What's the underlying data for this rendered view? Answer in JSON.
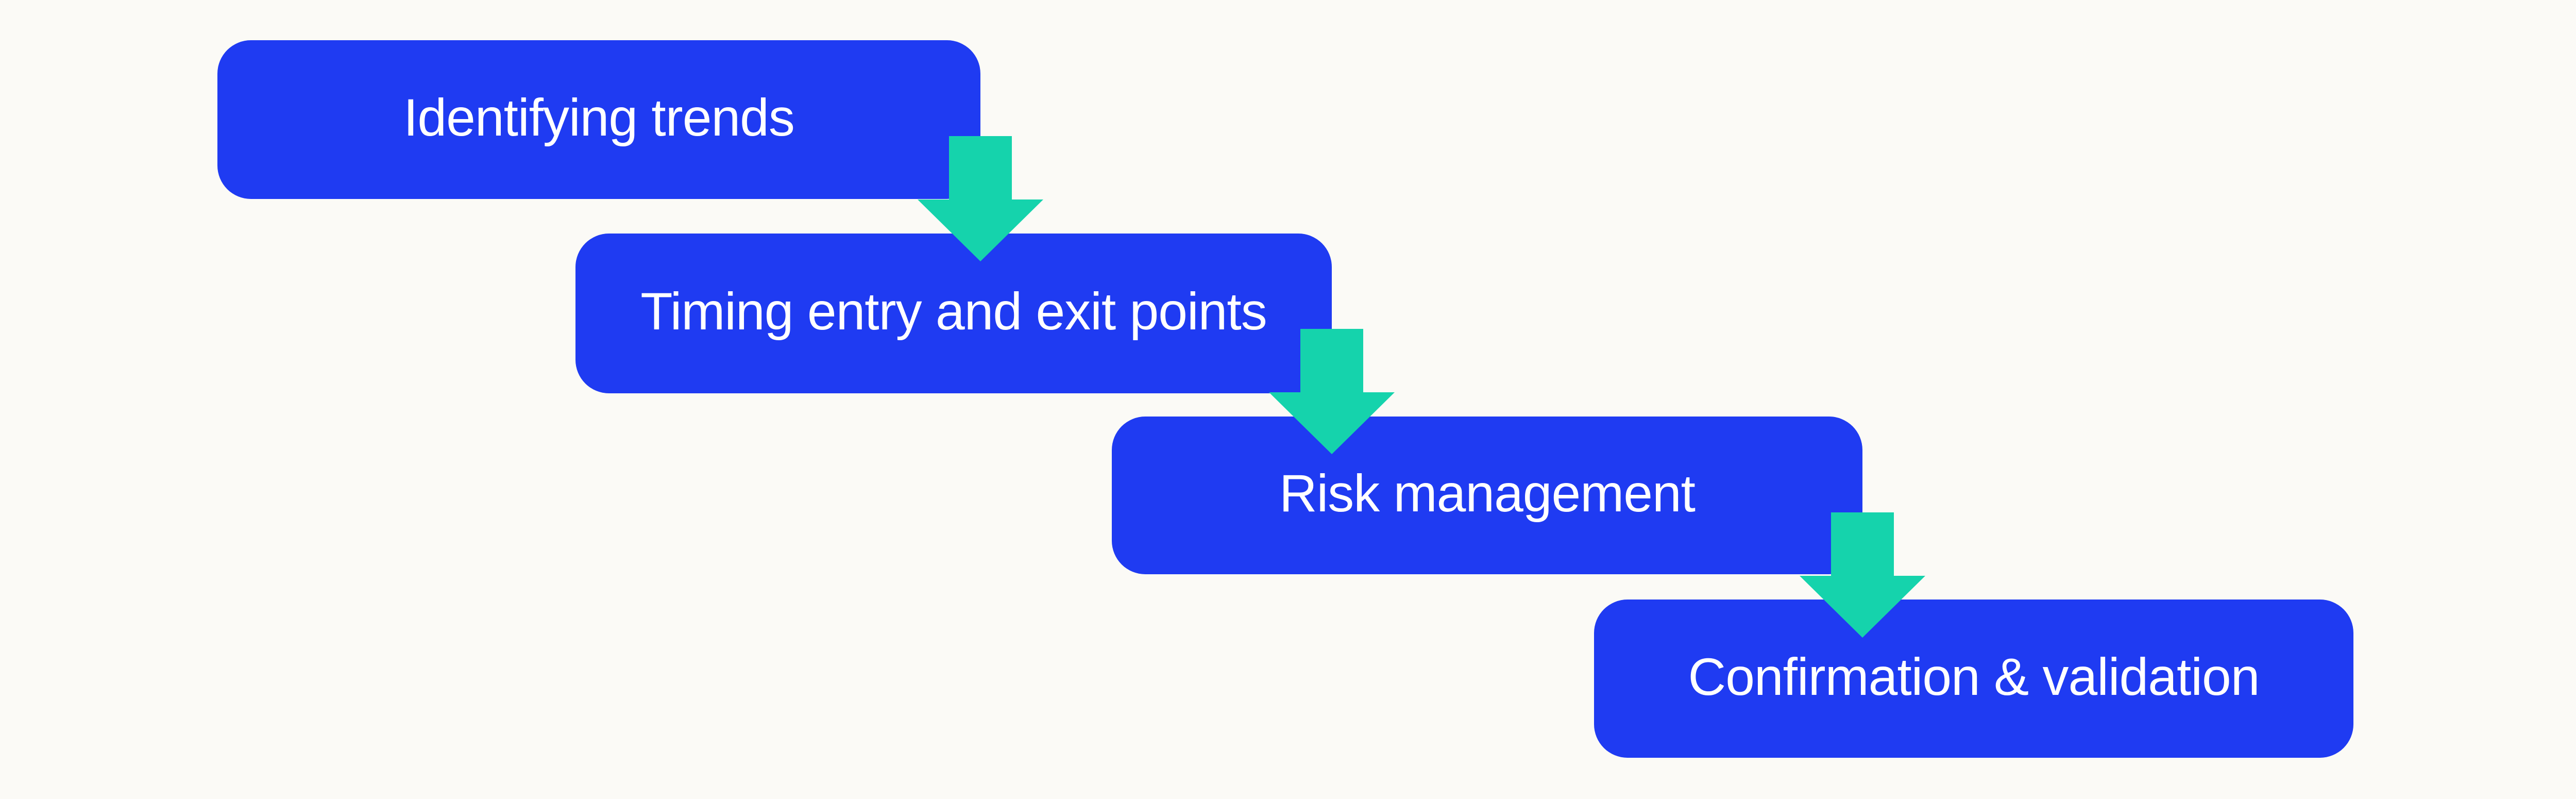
{
  "diagram": {
    "type": "staircase-process-flow",
    "steps": [
      {
        "label": "Identifying trends"
      },
      {
        "label": "Timing entry and exit points"
      },
      {
        "label": "Risk management"
      },
      {
        "label": "Confirmation & validation"
      }
    ],
    "connectors": [
      {
        "from": 1,
        "to": 2,
        "shape": "block-arrow-down"
      },
      {
        "from": 2,
        "to": 3,
        "shape": "block-arrow-down"
      },
      {
        "from": 3,
        "to": 4,
        "shape": "block-arrow-down"
      }
    ]
  },
  "colors": {
    "background": "#fbfaf6",
    "box_fill": "#1f3bf2",
    "arrow_fill": "#15d3ac",
    "text": "#ffffff"
  }
}
